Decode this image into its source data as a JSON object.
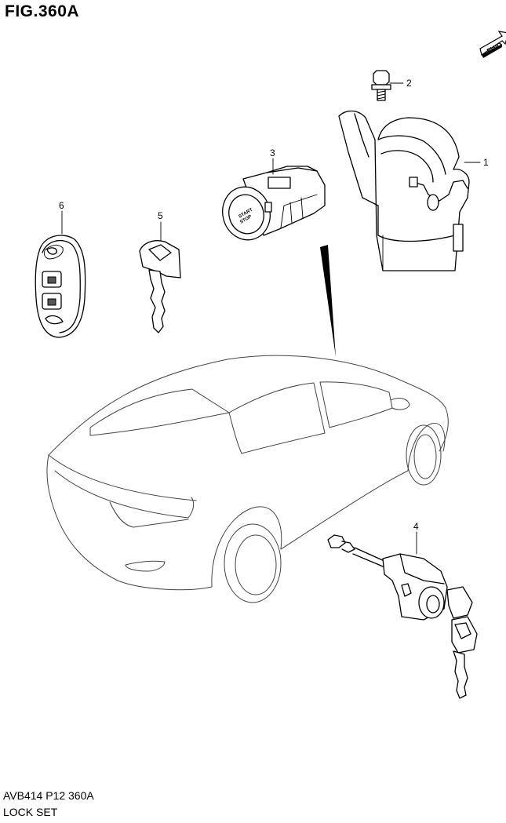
{
  "figure": {
    "title": "FIG.360A",
    "code": "AVB414 P12 360A",
    "name": "LOCK SET",
    "direction_label": "FWD"
  },
  "button": {
    "line1": "START",
    "line2": "STOP"
  },
  "parts": [
    {
      "ref": "1",
      "label": "1"
    },
    {
      "ref": "2",
      "label": "2"
    },
    {
      "ref": "3",
      "label": "3"
    },
    {
      "ref": "4",
      "label": "4"
    },
    {
      "ref": "5",
      "label": "5"
    },
    {
      "ref": "6",
      "label": "6"
    }
  ]
}
